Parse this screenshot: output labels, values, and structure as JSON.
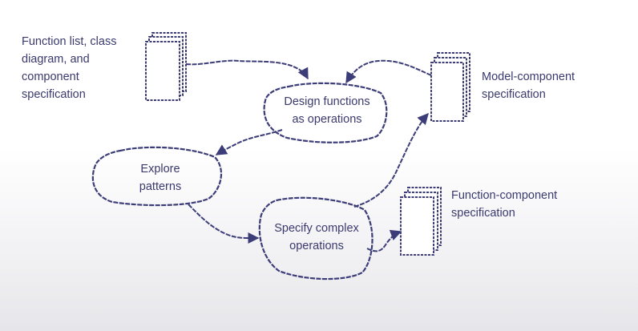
{
  "labels": {
    "function_list": "Function list, class\ndiagram, and\ncomponent\nspecification",
    "model_component": "Model-component\nspecification",
    "function_component": "Function-component\nspecification"
  },
  "processes": {
    "design": "Design functions\nas operations",
    "explore": "Explore\npatterns",
    "specify": "Specify complex\noperations"
  },
  "colors": {
    "stroke": "#3c3c78",
    "text": "#3a3a6e",
    "doc_fill": "#ffffff"
  }
}
